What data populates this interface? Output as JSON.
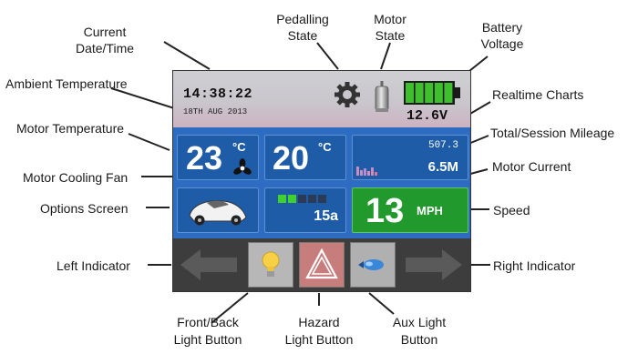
{
  "labels": {
    "current_date_time": [
      "Current",
      "Date/Time"
    ],
    "pedalling_state": [
      "Pedalling",
      "State"
    ],
    "motor_state": [
      "Motor",
      "State"
    ],
    "battery_voltage": [
      "Battery",
      "Voltage"
    ],
    "ambient_temperature": "Ambient Temperature",
    "realtime_charts": "Realtime Charts",
    "motor_temperature": "Motor Temperature",
    "total_session_mileage": "Total/Session Mileage",
    "motor_cooling_fan": "Motor Cooling Fan",
    "motor_current": "Motor  Current",
    "options_screen": "Options Screen",
    "speed": "Speed",
    "left_indicator": "Left Indicator",
    "right_indicator": "Right Indicator",
    "front_back_light_button": [
      "Front/Back",
      "Light Button"
    ],
    "hazard_light_button": [
      "Hazard",
      "Light Button"
    ],
    "aux_light_button": [
      "Aux Light",
      "Button"
    ]
  },
  "screen": {
    "time": "14:38:22",
    "date": "18TH AUG 2013",
    "voltage": "12.6V",
    "battery_bars": 5,
    "motor_temp": "23",
    "ambient_temp": "20",
    "temp_unit": "°C",
    "session_mileage": "507.3",
    "total_mileage": "6.5M",
    "current": "15a",
    "current_level_boxes": 2,
    "current_total_boxes": 5,
    "speed": "13",
    "speed_unit": "MPH"
  },
  "icons": {
    "pedalling": "gear-icon",
    "motor": "motor-icon",
    "battery": "battery-icon",
    "fan": "fan-icon",
    "vehicle": "velomobile-icon",
    "chart": "bar-chart-icon",
    "left": "left-arrow-icon",
    "right": "right-arrow-icon",
    "bulb": "light-bulb-icon",
    "hazard": "hazard-triangle-icon",
    "aux": "aux-light-icon"
  },
  "colors": {
    "panel_blue": "#2d6cc0",
    "tile_blue": "#1f5ca8",
    "speed_green": "#22992d",
    "battery_green": "#3fbf2e",
    "hazard_red": "#c87d7d",
    "bottom_bar": "#3d3d3d"
  }
}
